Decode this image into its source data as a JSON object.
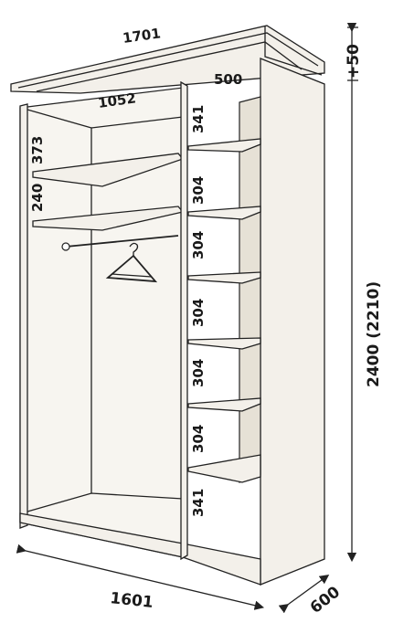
{
  "dimensions": {
    "top_width": "1701",
    "inner_width": "1052",
    "shelf_depth": "500",
    "base_width": "1601",
    "depth": "600",
    "height": "2400 (2210)",
    "cornice": "+50"
  },
  "left_section": [
    "373",
    "240"
  ],
  "right_section": [
    "341",
    "304",
    "304",
    "304",
    "304",
    "304",
    "341"
  ]
}
